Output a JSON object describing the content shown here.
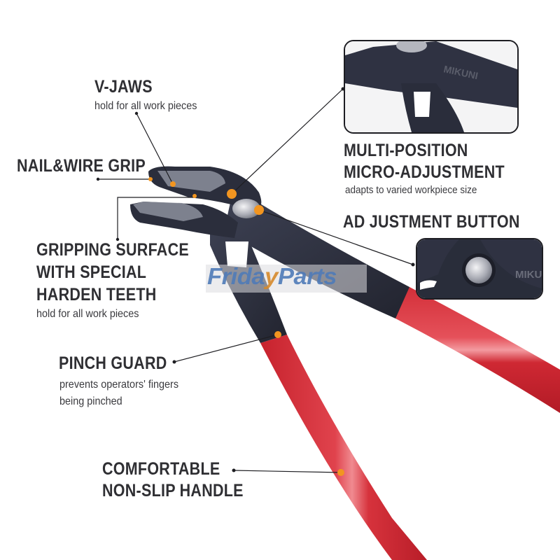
{
  "product": {
    "brand_mark": "MIKUNI",
    "colors": {
      "handle_red": "#d6323c",
      "steel_dark": "#2b2e3c",
      "jaw_grey": "#8c8f9c",
      "callout_dot": "#f29520",
      "text": "#2f2f33"
    }
  },
  "watermark": {
    "part1": "Frida",
    "slash": "y",
    "part2": "Parts",
    "registered": "®"
  },
  "callouts": [
    {
      "id": "v-jaws",
      "title_lines": [
        "V-JAWS"
      ],
      "subtitle_lines": [
        "hold for all work pieces"
      ]
    },
    {
      "id": "nail-wire-grip",
      "title_lines": [
        "NAIL&WIRE GRIP"
      ],
      "subtitle_lines": []
    },
    {
      "id": "gripping-surface",
      "title_lines": [
        "GRIPPING SURFACE",
        "WITH SPECIAL",
        "HARDEN TEETH"
      ],
      "subtitle_lines": [
        "hold for all work pieces"
      ]
    },
    {
      "id": "pinch-guard",
      "title_lines": [
        "PINCH GUARD"
      ],
      "subtitle_lines": [
        "prevents operators' fingers",
        "being pinched"
      ]
    },
    {
      "id": "handle",
      "title_lines": [
        "COMFORTABLE",
        "NON-SLIP HANDLE"
      ],
      "subtitle_lines": []
    },
    {
      "id": "multi-position",
      "title_lines": [
        "MULTI-POSITION",
        "MICRO-ADJUSTMENT"
      ],
      "subtitle_lines": [
        "adapts to varied workpiece size"
      ]
    },
    {
      "id": "adjustment-button",
      "title_lines": [
        "AD JUSTMENT BUTTON"
      ],
      "subtitle_lines": []
    }
  ],
  "insets": [
    {
      "id": "inset-multi-position",
      "engraving": "MIKUNI"
    },
    {
      "id": "inset-adjustment-button",
      "engraving": "MIKU"
    }
  ]
}
